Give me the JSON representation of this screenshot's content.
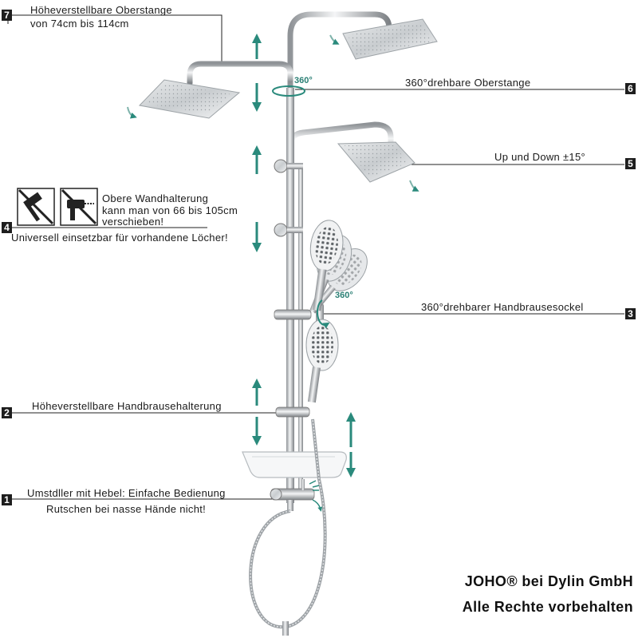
{
  "features": [
    {
      "number": "7",
      "lines": [
        "Höheverstellbare Oberstange",
        "von 74cm bis 114cm"
      ]
    },
    {
      "number": "6",
      "lines": [
        "360°drehbare Oberstange"
      ]
    },
    {
      "number": "5",
      "lines": [
        "Up und Down ±15°"
      ]
    },
    {
      "number": "4",
      "lines": [
        "Obere Wandhalterung",
        "kann man von 66 bis 105cm",
        "verschieben!",
        "Universell einsetzbar für vorhandene Löcher!"
      ]
    },
    {
      "number": "3",
      "lines": [
        "360°drehbarer Handbrausesockel"
      ]
    },
    {
      "number": "2",
      "lines": [
        "Höheverstellbare Handbrausehalterung"
      ]
    },
    {
      "number": "1",
      "lines": [
        "Umstdller mit Hebel: Einfache Bedienung",
        "Rutschen bei nasse Hände nicht!"
      ]
    }
  ],
  "rotation_labels": [
    "360°",
    "360°"
  ],
  "branding": {
    "line1": "JOHO® bei Dylin GmbH",
    "line2": "Alle Rechte vorbehalten"
  },
  "colors": {
    "accent_teal": "#2a8a7c",
    "badge": "#1e1e1e",
    "chrome": "#b8bcc0",
    "leader_line": "#222222"
  },
  "icons": [
    "hammer-crossed-icon",
    "drill-crossed-icon",
    "rotate-arrow-icon",
    "up-down-arrow-icon"
  ]
}
